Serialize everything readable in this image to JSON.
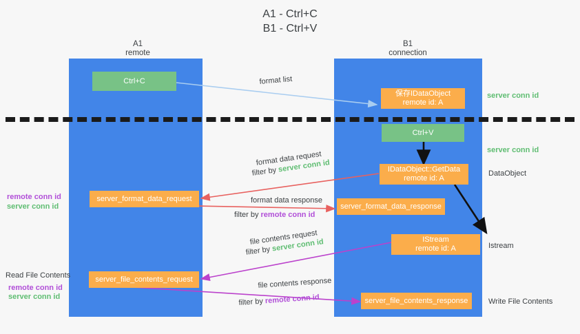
{
  "title": "A1 - Ctrl+C\nB1 - Ctrl+V",
  "lanes": [
    {
      "name": "A1",
      "sub": "remote",
      "header": "A1\nremote"
    },
    {
      "name": "B1",
      "sub": "connection",
      "header": "B1\nconnection"
    }
  ],
  "boxes": {
    "ctrl_c": "Ctrl+C",
    "ctrl_v": "Ctrl+V",
    "save_idataobject": "保存IDataObject\nremote id: A",
    "getdata": "IDataObject::GetData\nremote id: A",
    "istream": "IStream\nremote id: A",
    "server_format_data_request": "server_format_data_request",
    "server_format_data_response": "server_format_data_response",
    "server_file_contents_request": "server_file_contents_request",
    "server_file_contents_response": "server_file_contents_response"
  },
  "arrow_labels": {
    "format_list": "format list",
    "format_data_request": "format data request",
    "format_data_request_filter_prefix": "filter by ",
    "format_data_request_filter_value": "server conn id",
    "format_data_response": "format data response",
    "format_data_response_filter_prefix": "filter by ",
    "format_data_response_filter_value": "remote conn id",
    "file_contents_request": "file contents request",
    "file_contents_request_filter_prefix": "filter by ",
    "file_contents_request_filter_value": "server conn id",
    "file_contents_response": "file contents response",
    "file_contents_response_filter_prefix": "filter by ",
    "file_contents_response_filter_value": "remote conn id"
  },
  "right_labels": {
    "server_conn_id_top": "server conn id",
    "server_conn_id_second": "server conn id",
    "dataobject": "DataObject",
    "istream": "Istream",
    "write_file_contents": "Write File Contents"
  },
  "left_labels": {
    "remote_conn_id_upper": "remote conn id",
    "server_conn_id_upper": "server conn id",
    "read_file_contents": "Read File Contents",
    "remote_conn_id_lower": "remote conn id",
    "server_conn_id_lower": "server conn id"
  },
  "colors": {
    "lane": "#4285e8",
    "orange": "#fbad4b",
    "green_box": "#78c286",
    "green_text": "#5fbd72",
    "purple_text": "#b14fd8",
    "arrow_blue": "#a9cdf0",
    "arrow_red": "#e8615f",
    "arrow_magenta": "#bb42cc",
    "arrow_black": "#111111",
    "background": "#f7f7f7"
  }
}
